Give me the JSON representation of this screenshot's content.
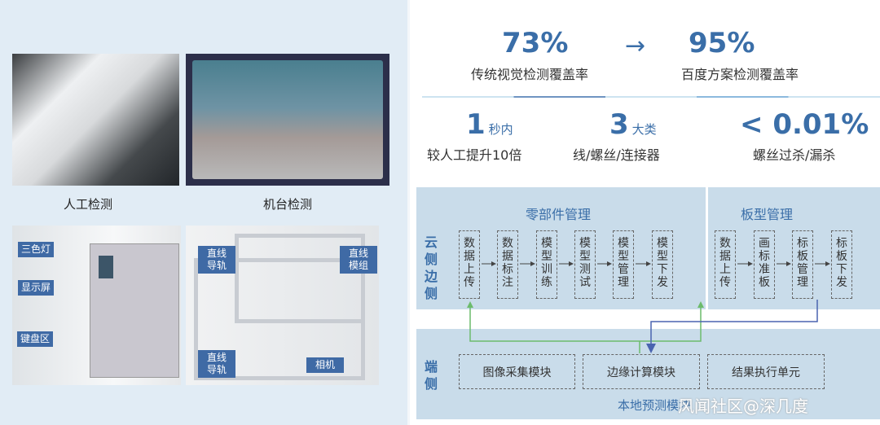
{
  "left": {
    "captions": [
      "人工检测",
      "机台检测"
    ],
    "machine_labels": [
      "三色灯",
      "显示屏",
      "键盘区"
    ],
    "frame_labels": [
      "直线导轨",
      "直线模组",
      "直线导轨",
      "相机"
    ]
  },
  "stats": {
    "before": {
      "value": "73%",
      "label": "传统视觉检测覆盖率"
    },
    "after": {
      "value": "95%",
      "label": "百度方案检测覆盖率"
    },
    "arrow": "→",
    "items": [
      {
        "value": "1",
        "unit": "秒内",
        "label": "较人工提升10倍"
      },
      {
        "value": "3",
        "unit": "大类",
        "label": "线/螺丝/连接器"
      },
      {
        "value": "< 0.01%",
        "unit": "",
        "label": "螺丝过杀/漏杀"
      }
    ]
  },
  "diagram": {
    "cloud_side": "云侧边侧",
    "device_side": "端侧",
    "parts_title": "零部件管理",
    "parts_steps": [
      "数据上传",
      "数据标注",
      "模型训练",
      "模型测试",
      "模型管理",
      "模型下发"
    ],
    "board_title": "板型管理",
    "board_steps": [
      "数据上传",
      "画标准板",
      "标板管理",
      "标板下发"
    ],
    "modules": [
      "图像采集模块",
      "边缘计算模块",
      "结果执行单元"
    ],
    "local_label": "本地预测模块"
  },
  "watermark": "风闻社区@深几度",
  "colors": {
    "accent": "#3a6ea8",
    "panel": "#c9dcea",
    "left_bg": "#e1ecf5"
  }
}
